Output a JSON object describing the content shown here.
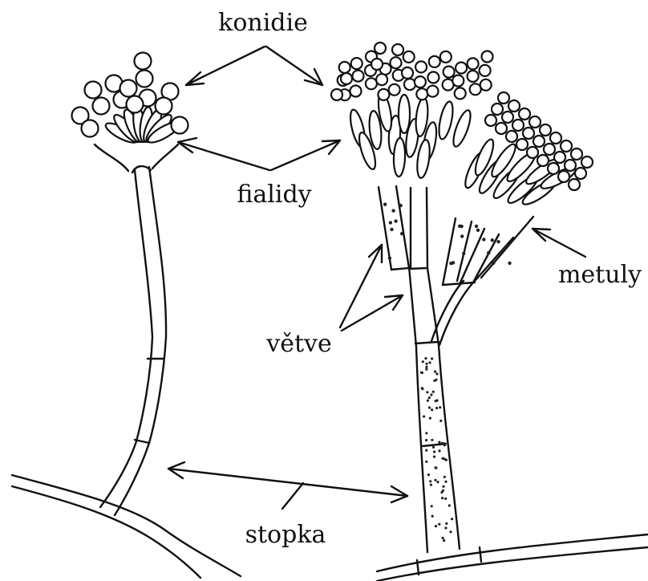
{
  "labels": {
    "konidie": "konidie",
    "fialidy": "fialidy",
    "metuly": "metuly",
    "vetve": "větve",
    "stopka": "stopka"
  },
  "colors": {
    "ink": "#111111",
    "background": "#ffffff"
  }
}
